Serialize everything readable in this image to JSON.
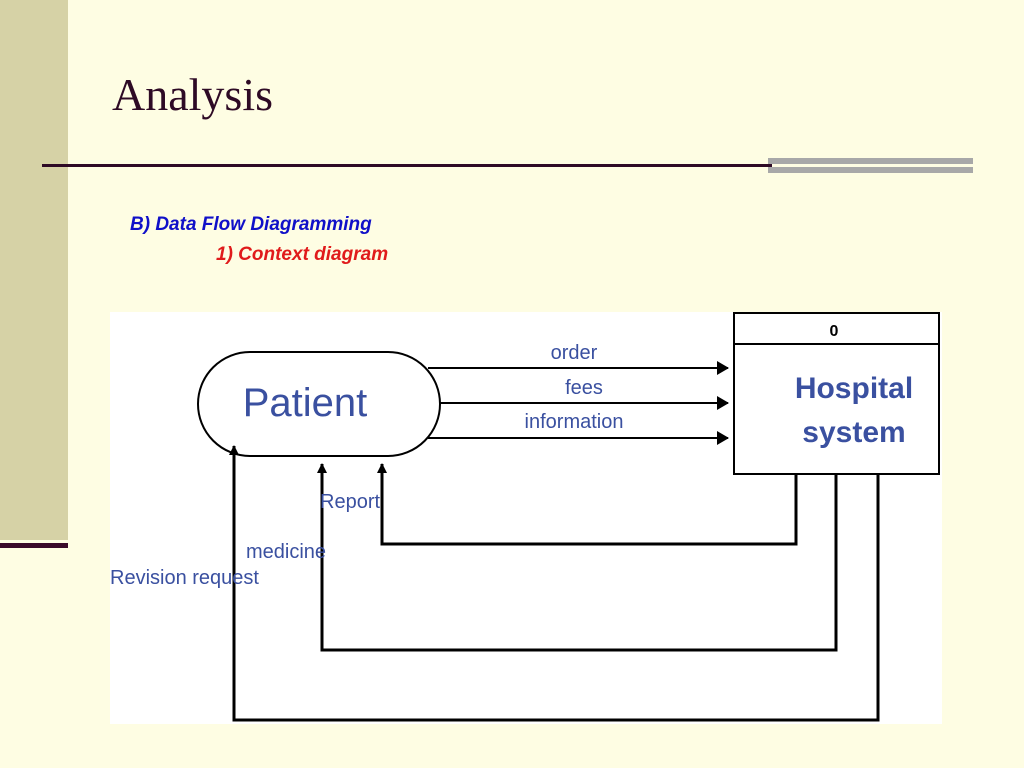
{
  "slide": {
    "title": "Analysis",
    "subtitle": "B) Data Flow Diagramming",
    "subheading": "1) Context diagram"
  },
  "diagram": {
    "external_entity": "Patient",
    "process": {
      "number": "0",
      "name_line1": "Hospital",
      "name_line2": "system"
    },
    "flows_to_system": [
      "order",
      "fees",
      "information"
    ],
    "flows_to_patient": [
      "Report",
      "medicine",
      "Revision request"
    ]
  },
  "colors": {
    "background": "#fefde3",
    "sidebar": "#d6d2a6",
    "title": "#2e0a25",
    "subtitle": "#1010c8",
    "subheading": "#e01b1b",
    "diagram_text": "#3a50a0"
  }
}
